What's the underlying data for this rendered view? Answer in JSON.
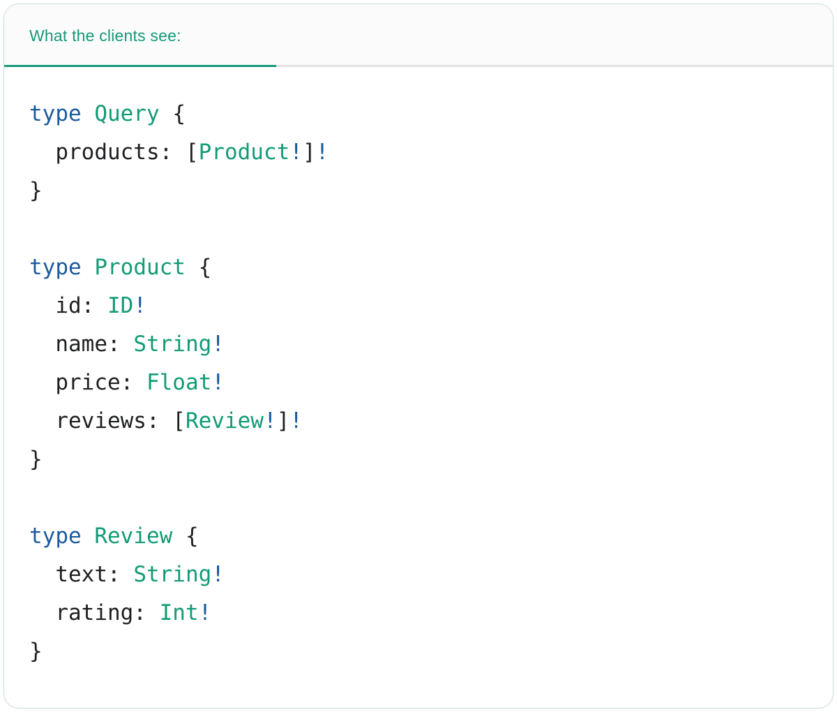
{
  "tab": {
    "label": "What the clients see:"
  },
  "colors": {
    "page_background": "#ffffff",
    "card_background": "#ffffff",
    "card_border": "#c9e0d4",
    "header_background": "#fbfbfb",
    "header_divider": "#e2e2e2",
    "tab_text": "#14997b",
    "tab_underline": "#14997b",
    "code_keyword_blue": "#1a5a9e",
    "code_type_teal": "#129b76",
    "code_plain_dark": "#1d1f21"
  },
  "code": {
    "lines": [
      [
        {
          "t": "type",
          "c": "keyword"
        },
        {
          "t": " ",
          "c": "plain"
        },
        {
          "t": "Query",
          "c": "type"
        },
        {
          "t": " {",
          "c": "plain"
        }
      ],
      [
        {
          "t": "  products: [",
          "c": "plain"
        },
        {
          "t": "Product",
          "c": "type"
        },
        {
          "t": "!",
          "c": "keyword"
        },
        {
          "t": "]",
          "c": "plain"
        },
        {
          "t": "!",
          "c": "keyword"
        }
      ],
      [
        {
          "t": "}",
          "c": "plain"
        }
      ],
      [],
      [
        {
          "t": "type",
          "c": "keyword"
        },
        {
          "t": " ",
          "c": "plain"
        },
        {
          "t": "Product",
          "c": "type"
        },
        {
          "t": " {",
          "c": "plain"
        }
      ],
      [
        {
          "t": "  id: ",
          "c": "plain"
        },
        {
          "t": "ID",
          "c": "type"
        },
        {
          "t": "!",
          "c": "keyword"
        }
      ],
      [
        {
          "t": "  name: ",
          "c": "plain"
        },
        {
          "t": "String",
          "c": "type"
        },
        {
          "t": "!",
          "c": "keyword"
        }
      ],
      [
        {
          "t": "  price: ",
          "c": "plain"
        },
        {
          "t": "Float",
          "c": "type"
        },
        {
          "t": "!",
          "c": "keyword"
        }
      ],
      [
        {
          "t": "  reviews: [",
          "c": "plain"
        },
        {
          "t": "Review",
          "c": "type"
        },
        {
          "t": "!",
          "c": "keyword"
        },
        {
          "t": "]",
          "c": "plain"
        },
        {
          "t": "!",
          "c": "keyword"
        }
      ],
      [
        {
          "t": "}",
          "c": "plain"
        }
      ],
      [],
      [
        {
          "t": "type",
          "c": "keyword"
        },
        {
          "t": " ",
          "c": "plain"
        },
        {
          "t": "Review",
          "c": "type"
        },
        {
          "t": " {",
          "c": "plain"
        }
      ],
      [
        {
          "t": "  text: ",
          "c": "plain"
        },
        {
          "t": "String",
          "c": "type"
        },
        {
          "t": "!",
          "c": "keyword"
        }
      ],
      [
        {
          "t": "  rating: ",
          "c": "plain"
        },
        {
          "t": "Int",
          "c": "type"
        },
        {
          "t": "!",
          "c": "keyword"
        }
      ],
      [
        {
          "t": "}",
          "c": "plain"
        }
      ]
    ]
  }
}
